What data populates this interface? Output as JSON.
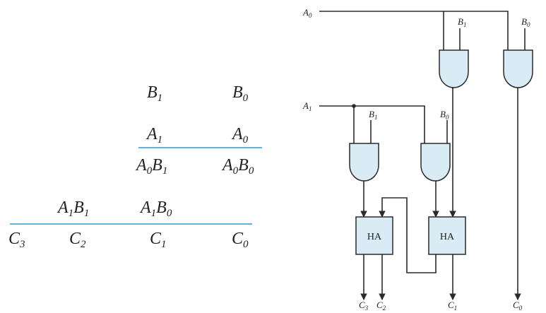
{
  "multiplication": {
    "multiplicand": [
      {
        "base": "B",
        "sub": "1"
      },
      {
        "base": "B",
        "sub": "0"
      }
    ],
    "multiplier": [
      {
        "base": "A",
        "sub": "1"
      },
      {
        "base": "A",
        "sub": "0"
      }
    ],
    "pp0": [
      {
        "parts": [
          {
            "base": "A",
            "sub": "0"
          },
          {
            "base": "B",
            "sub": "1"
          }
        ]
      },
      {
        "parts": [
          {
            "base": "A",
            "sub": "0"
          },
          {
            "base": "B",
            "sub": "0"
          }
        ]
      }
    ],
    "pp1": [
      {
        "parts": [
          {
            "base": "A",
            "sub": "1"
          },
          {
            "base": "B",
            "sub": "1"
          }
        ]
      },
      {
        "parts": [
          {
            "base": "A",
            "sub": "1"
          },
          {
            "base": "B",
            "sub": "0"
          }
        ]
      }
    ],
    "product": [
      {
        "base": "C",
        "sub": "3"
      },
      {
        "base": "C",
        "sub": "2"
      },
      {
        "base": "C",
        "sub": "1"
      },
      {
        "base": "C",
        "sub": "0"
      }
    ]
  },
  "circuit": {
    "inputs": {
      "a0": {
        "base": "A",
        "sub": "0"
      },
      "a1": {
        "base": "A",
        "sub": "1"
      },
      "b1_top": {
        "base": "B",
        "sub": "1"
      },
      "b0_top": {
        "base": "B",
        "sub": "0"
      },
      "b1_low": {
        "base": "B",
        "sub": "1"
      },
      "b0_low": {
        "base": "B",
        "sub": "0"
      }
    },
    "half_adders": [
      {
        "label": "HA"
      },
      {
        "label": "HA"
      }
    ],
    "outputs": {
      "c3": {
        "base": "C",
        "sub": "3"
      },
      "c2": {
        "base": "C",
        "sub": "2"
      },
      "c1": {
        "base": "C",
        "sub": "1"
      },
      "c0": {
        "base": "C",
        "sub": "0"
      }
    },
    "colors": {
      "wire": "#2a2a2a",
      "gate_fill": "#d9ecf6",
      "ha_fill": "#d9ecf6",
      "rule": "#5fb4de"
    }
  }
}
